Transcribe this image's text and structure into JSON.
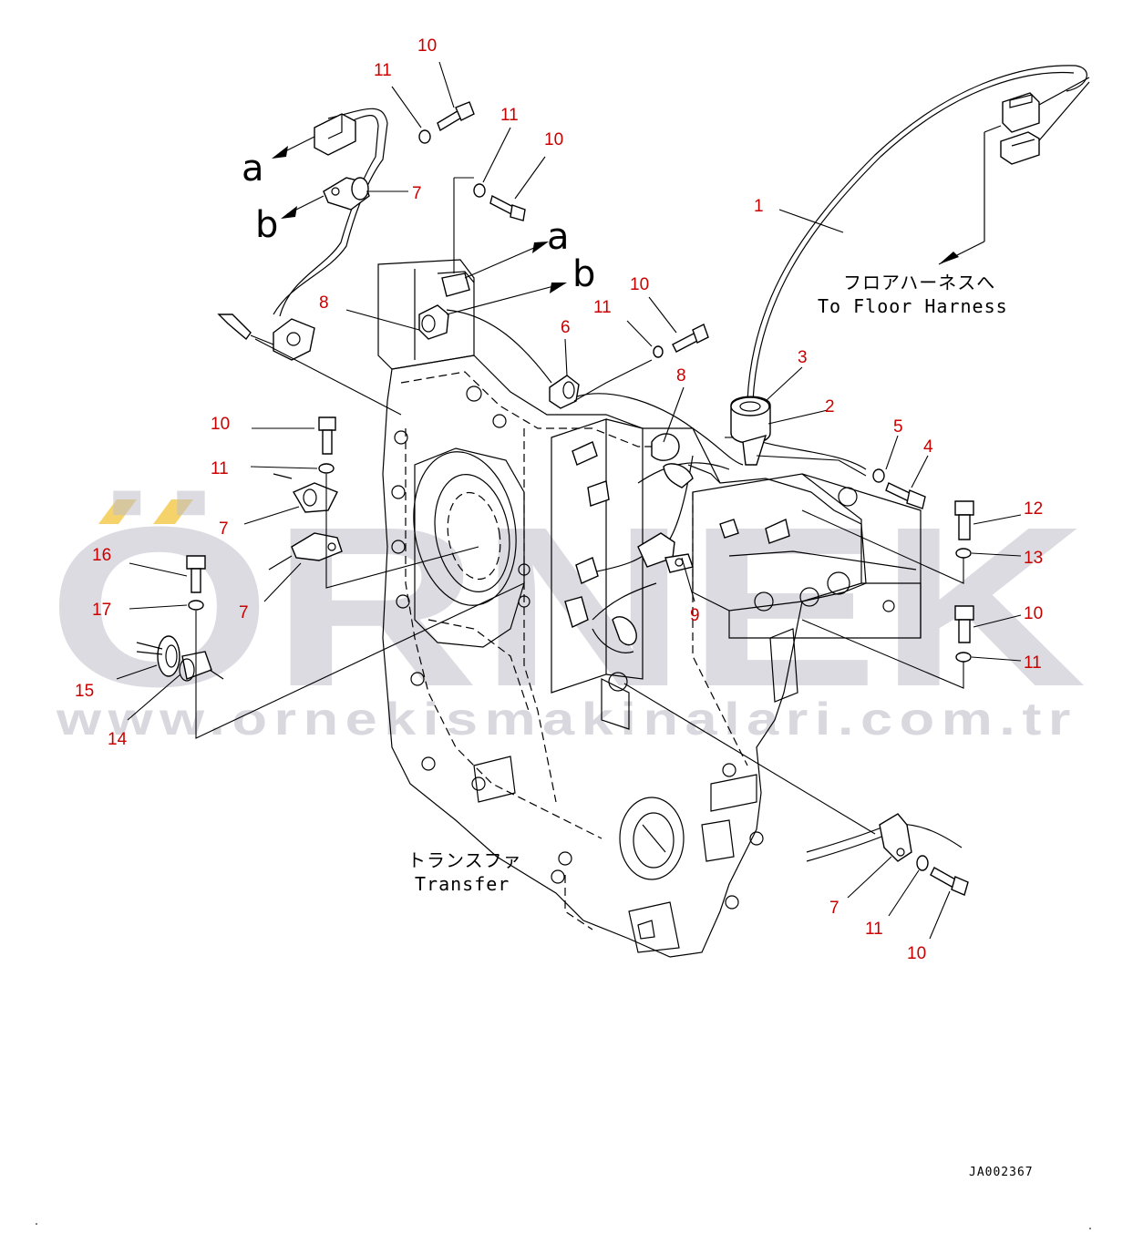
{
  "watermark": {
    "brand": "ÖRNEK",
    "url": "www.ornekismakinalari.com.tr",
    "accent_color": "#f5d36a",
    "gray_color": "#bfbfc9"
  },
  "callouts": {
    "c1": "1",
    "c2": "2",
    "c3": "3",
    "c4": "4",
    "c5": "5",
    "c6": "6",
    "c7a": "7",
    "c7b": "7",
    "c7c": "7",
    "c7d": "7",
    "c8a": "8",
    "c8b": "8",
    "c9": "9",
    "c10a": "10",
    "c10b": "10",
    "c10c": "10",
    "c10d": "10",
    "c10e": "10",
    "c10f": "10",
    "c11a": "11",
    "c11b": "11",
    "c11c": "11",
    "c11d": "11",
    "c11e": "11",
    "c11f": "11",
    "c12": "12",
    "c13": "13",
    "c14": "14",
    "c15": "15",
    "c16": "16",
    "c17": "17"
  },
  "connection_labels": {
    "a1": "a",
    "b1": "b",
    "a2": "a",
    "b2": "b"
  },
  "captions": {
    "floor_harness_jp": "フロアハーネスへ",
    "floor_harness_en": "To Floor Harness",
    "transfer_jp": "トランスファ",
    "transfer_en": "Transfer"
  },
  "drawing_code": "JA002367",
  "colors": {
    "callout": "#c80000",
    "line": "#000000"
  }
}
